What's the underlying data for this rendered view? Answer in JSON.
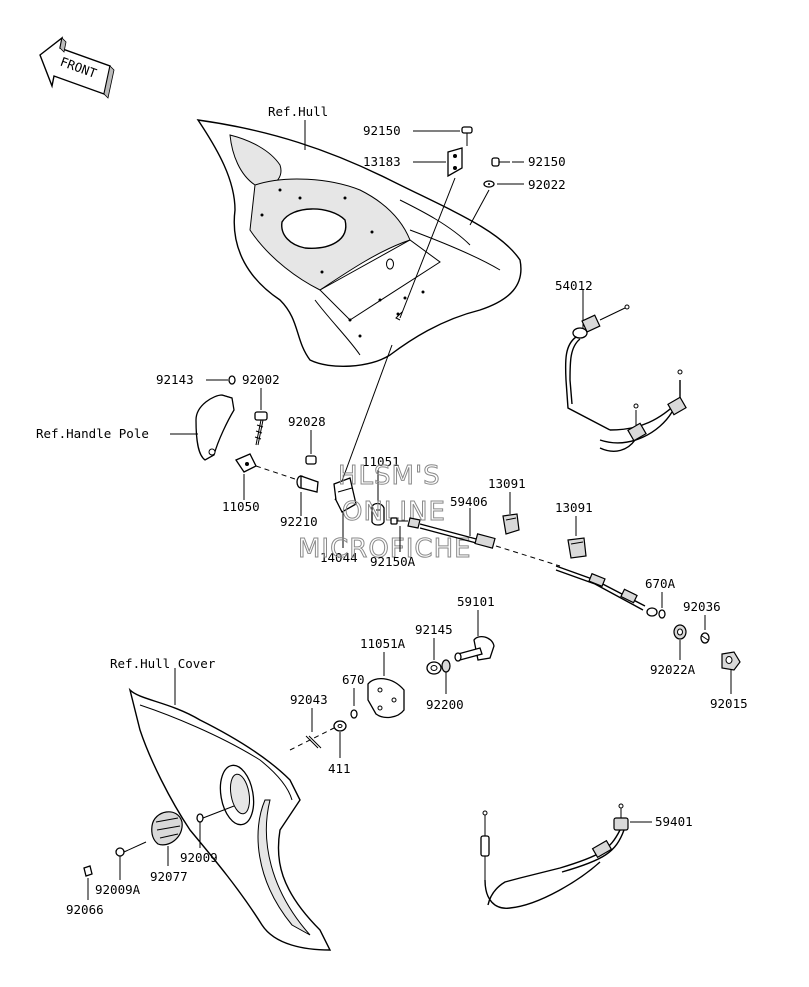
{
  "front_arrow": {
    "label": "FRONT"
  },
  "watermark": {
    "lines": [
      "HLSM'S",
      "ONLINE",
      "MICROFICHE"
    ]
  },
  "references": {
    "hull": "Ref.Hull",
    "handle_pole": "Ref.Handle Pole",
    "hull_cover": "Ref.Hull Cover"
  },
  "parts": {
    "p92150_top": "92150",
    "p13183": "13183",
    "p92150_b": "92150",
    "p92022": "92022",
    "p54012": "54012",
    "p92143": "92143",
    "p92002": "92002",
    "p92028": "92028",
    "p11050": "11050",
    "p92210": "92210",
    "p11051": "11051",
    "p14044": "14044",
    "p92150A": "92150A",
    "p59406": "59406",
    "p13091_a": "13091",
    "p13091_b": "13091",
    "p670A": "670A",
    "p92036": "92036",
    "p92022A": "92022A",
    "p92015": "92015",
    "p59101": "59101",
    "p92145": "92145",
    "p11051A": "11051A",
    "p670": "670",
    "p92200": "92200",
    "p92043": "92043",
    "p411": "411",
    "p92009": "92009",
    "p92077": "92077",
    "p92009A": "92009A",
    "p92066": "92066",
    "p59401": "59401"
  }
}
